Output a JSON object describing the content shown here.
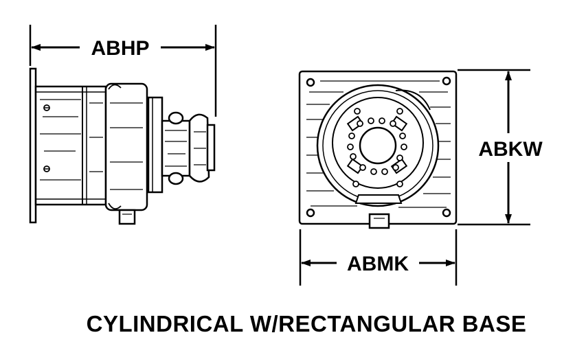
{
  "dimensions": {
    "length_label": "ABHP",
    "height_label": "ABKW",
    "width_label": "ABMK"
  },
  "caption": "CYLINDRICAL W/RECTANGULAR BASE"
}
